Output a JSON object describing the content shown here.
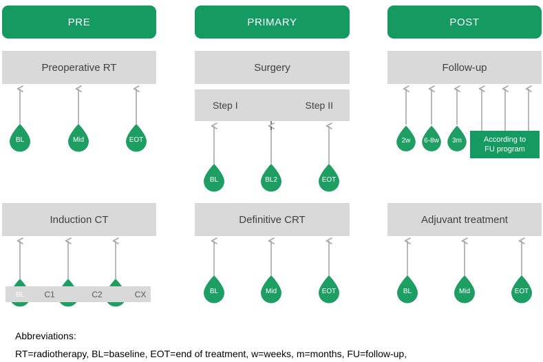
{
  "colors": {
    "phase_green": "#159A62",
    "droplet_green": "#1E9E63",
    "box_gray": "#d9d9d9",
    "arrow_gray": "#a6a6a6",
    "text_dark": "#404040",
    "text_black": "#000000"
  },
  "columns": [
    {
      "key": "pre",
      "header": "PRE",
      "top_box": "Preoperative RT",
      "bottom_box": "Induction CT",
      "top_droplets": [
        "BL",
        "Mid",
        "EOT"
      ],
      "bottom_droplets": [
        "BL",
        "",
        ""
      ],
      "cycle_labels": [
        "C1",
        "C2",
        "CX"
      ]
    },
    {
      "key": "primary",
      "header": "PRIMARY",
      "top_box": "Surgery",
      "step_left": "Step I",
      "step_right": "Step II",
      "bottom_box": "Definitive CRT",
      "top_droplets": [
        "BL",
        "BL2",
        "EOT"
      ],
      "bottom_droplets": [
        "BL",
        "Mid",
        "EOT"
      ]
    },
    {
      "key": "post",
      "header": "POST",
      "top_box": "Follow-up",
      "bottom_box": "Adjuvant treatment",
      "top_droplets": [
        "2w",
        "6-8w",
        "3m"
      ],
      "fu_box_line1": "According to",
      "fu_box_line2": "FU program",
      "bottom_droplets": [
        "BL",
        "Mid",
        "EOT"
      ]
    }
  ],
  "footer": {
    "title": "Abbreviations:",
    "line": "RT=radiotherapy, BL=baseline, EOT=end of treatment, w=weeks, m=months, FU=follow-up,"
  }
}
